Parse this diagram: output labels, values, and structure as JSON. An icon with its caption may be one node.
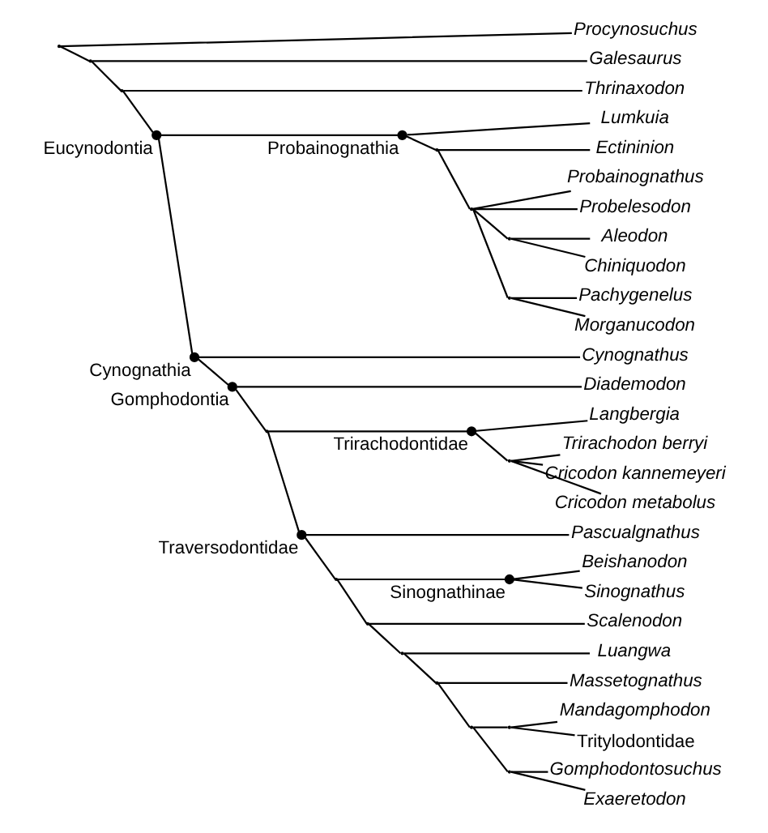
{
  "diagram": {
    "nodes": [
      {
        "text": [],
        "shape": "point"
      },
      {
        "text": [
          "Procynosuchus"
        ]
      },
      {
        "text": [],
        "shape": "point"
      },
      {
        "text": [
          "Galesaurus"
        ]
      },
      {
        "text": [],
        "shape": "point"
      },
      {
        "text": [
          "Thrinaxodon"
        ]
      },
      {
        "text": [],
        "shape": "dot",
        "beside": [
          "Eucynodontia"
        ]
      },
      {
        "text": [
          "Lumkuia"
        ]
      },
      {
        "text": [],
        "shape": "dot",
        "beside": [
          "Probainognathia"
        ]
      },
      {
        "text": [],
        "shape": "point"
      },
      {
        "text": [
          "Ectininion"
        ]
      },
      {
        "text": [],
        "shape": "point"
      },
      {
        "text": [
          "Probainognathus"
        ]
      },
      {
        "text": [
          "Probelesodon"
        ]
      },
      {
        "text": [],
        "shape": "point"
      },
      {
        "text": [
          "Aleodon"
        ]
      },
      {
        "text": [
          "Chiniquodon"
        ]
      },
      {
        "text": [],
        "shape": "point"
      },
      {
        "text": [
          "Pachygenelus"
        ]
      },
      {
        "text": [
          "Morganucodon"
        ]
      },
      {
        "text": [],
        "shape": "dot",
        "beside": [
          "Cynognathia"
        ]
      },
      {
        "text": [
          "Cynognathus"
        ]
      },
      {
        "text": [],
        "shape": "dot",
        "beside": [
          "Gomphodontia"
        ]
      },
      {
        "text": [
          "Diademodon"
        ]
      },
      {
        "text": [],
        "shape": "point"
      },
      {
        "text": [],
        "shape": "dot",
        "beside": [
          "Trirachodontidae"
        ]
      },
      {
        "text": [
          "Langbergia"
        ]
      },
      {
        "text": [],
        "shape": "point"
      },
      {
        "text": [
          "Trirachodon berryi"
        ]
      },
      {
        "text": [
          "Cricodon kannemeyeri"
        ]
      },
      {
        "text": [
          "Cricodon metabolus"
        ]
      },
      {
        "text": [],
        "shape": "dot",
        "beside": [
          "Traversodontidae"
        ]
      },
      {
        "text": [
          "Pascualgnathus"
        ]
      },
      {
        "text": [],
        "shape": "point"
      },
      {
        "text": [],
        "shape": "dot",
        "beside": [
          "Sinognathinae"
        ]
      },
      {
        "text": [
          "Beishanodon"
        ]
      },
      {
        "text": [
          "Sinognathus"
        ]
      },
      {
        "text": [],
        "shape": "point"
      },
      {
        "text": [
          "Scalenodon"
        ]
      },
      {
        "text": [],
        "shape": "point"
      },
      {
        "text": [
          "Luangwa"
        ]
      },
      {
        "text": [],
        "shape": "point"
      },
      {
        "text": [
          "Massetognathus"
        ]
      },
      {
        "text": [],
        "shape": "point"
      },
      {
        "text": [],
        "shape": "point"
      },
      {
        "text": [
          "Mandagomphodon"
        ]
      },
      {
        "text": [
          "Tritylodontidae"
        ]
      },
      {
        "text": [],
        "shape": "point"
      },
      {
        "text": [
          "Gomphodontosuchus"
        ]
      },
      {
        "text": [
          "Exaeretodon"
        ]
      }
    ],
    "edges": [
      {
        "from": 0,
        "to": 1,
        "arrow": "none"
      },
      {
        "from": 0,
        "to": 2,
        "arrow": "none"
      },
      {
        "from": 2,
        "to": 3,
        "arrow": "none"
      },
      {
        "from": 2,
        "to": 4,
        "arrow": "none"
      },
      {
        "from": 4,
        "to": 5,
        "arrow": "none"
      },
      {
        "from": 4,
        "to": 6,
        "arrow": "none"
      },
      {
        "from": 6,
        "to": 8,
        "arrow": "none"
      },
      {
        "from": 6,
        "to": 20,
        "arrow": "none"
      },
      {
        "from": 8,
        "to": 7,
        "arrow": "none"
      },
      {
        "from": 8,
        "to": 9,
        "arrow": "none"
      },
      {
        "from": 9,
        "to": 10,
        "arrow": "none"
      },
      {
        "from": 9,
        "to": 11,
        "arrow": "none"
      },
      {
        "from": 11,
        "to": 12,
        "arrow": "none"
      },
      {
        "from": 11,
        "to": 13,
        "arrow": "none"
      },
      {
        "from": 11,
        "to": 14,
        "arrow": "none"
      },
      {
        "from": 14,
        "to": 15,
        "arrow": "none"
      },
      {
        "from": 14,
        "to": 16,
        "arrow": "none"
      },
      {
        "from": 11,
        "to": 17,
        "arrow": "none"
      },
      {
        "from": 17,
        "to": 18,
        "arrow": "none"
      },
      {
        "from": 17,
        "to": 19,
        "arrow": "none"
      },
      {
        "from": 20,
        "to": 21,
        "arrow": "none"
      },
      {
        "from": 20,
        "to": 22,
        "arrow": "none"
      },
      {
        "from": 22,
        "to": 23,
        "arrow": "none"
      },
      {
        "from": 22,
        "to": 24,
        "arrow": "none"
      },
      {
        "from": 24,
        "to": 25,
        "arrow": "none"
      },
      {
        "from": 24,
        "to": 31,
        "arrow": "none"
      },
      {
        "from": 25,
        "to": 26,
        "arrow": "none"
      },
      {
        "from": 25,
        "to": 27,
        "arrow": "none"
      },
      {
        "from": 27,
        "to": 28,
        "arrow": "none"
      },
      {
        "from": 27,
        "to": 29,
        "arrow": "none"
      },
      {
        "from": 27,
        "to": 30,
        "arrow": "none"
      },
      {
        "from": 31,
        "to": 32,
        "arrow": "none"
      },
      {
        "from": 31,
        "to": 33,
        "arrow": "none"
      },
      {
        "from": 33,
        "to": 34,
        "arrow": "none"
      },
      {
        "from": 33,
        "to": 37,
        "arrow": "none"
      },
      {
        "from": 34,
        "to": 35,
        "arrow": "none"
      },
      {
        "from": 34,
        "to": 36,
        "arrow": "none"
      },
      {
        "from": 37,
        "to": 38,
        "arrow": "none"
      },
      {
        "from": 37,
        "to": 39,
        "arrow": "none"
      },
      {
        "from": 39,
        "to": 40,
        "arrow": "none"
      },
      {
        "from": 39,
        "to": 41,
        "arrow": "none"
      },
      {
        "from": 41,
        "to": 42,
        "arrow": "none"
      },
      {
        "from": 41,
        "to": 43,
        "arrow": "none"
      },
      {
        "from": 43,
        "to": 44,
        "arrow": "none"
      },
      {
        "from": 44,
        "to": 45,
        "arrow": "none"
      },
      {
        "from": 44,
        "to": 46,
        "arrow": "none"
      },
      {
        "from": 43,
        "to": 47,
        "arrow": "none"
      },
      {
        "from": 47,
        "to": 48,
        "arrow": "none"
      },
      {
        "from": 47,
        "to": 49,
        "arrow": "none"
      }
    ]
  }
}
